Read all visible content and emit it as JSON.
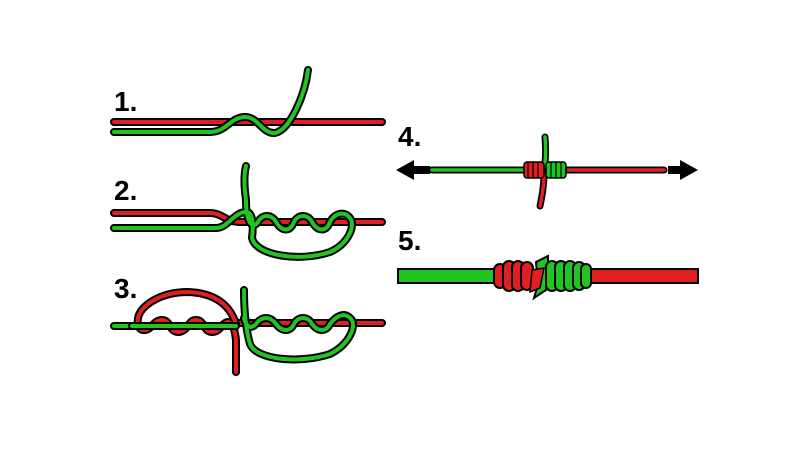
{
  "colors": {
    "line_a": "#e02020",
    "line_b": "#22c422",
    "outline": "#000000",
    "background": "#ffffff"
  },
  "steps": [
    {
      "label": "1."
    },
    {
      "label": "2."
    },
    {
      "label": "3."
    },
    {
      "label": "4."
    },
    {
      "label": "5."
    }
  ],
  "icons": {
    "left_arrow": "arrow-left-icon",
    "right_arrow": "arrow-right-icon"
  }
}
